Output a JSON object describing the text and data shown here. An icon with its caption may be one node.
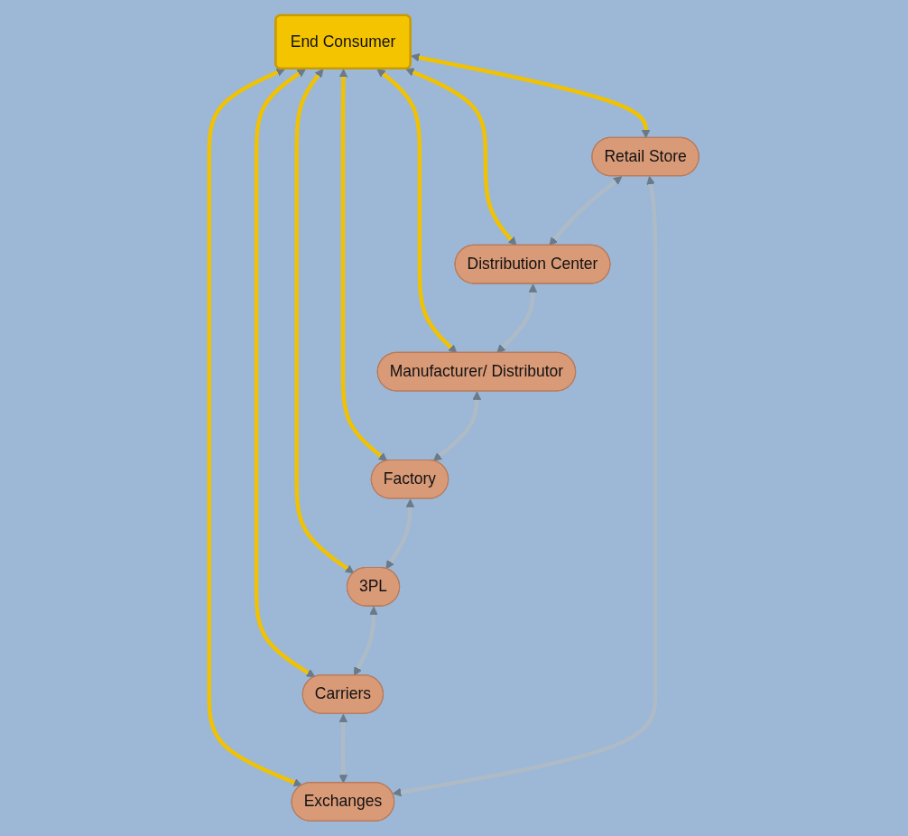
{
  "diagram": {
    "nodes": [
      {
        "text": [
          "Retail Store"
        ]
      },
      {
        "text": [
          "Distribution Center"
        ]
      },
      {
        "text": [
          "Exchanges"
        ]
      },
      {
        "text": [
          "End Consumer"
        ]
      },
      {
        "text": [
          "Manufacturer/ Distributor"
        ]
      },
      {
        "text": [
          "Carriers"
        ]
      },
      {
        "text": [
          "Factory"
        ]
      },
      {
        "text": [
          "3PL"
        ]
      }
    ],
    "edges": [
      {
        "from": 3,
        "to": 0,
        "arrow": "both"
      },
      {
        "from": 3,
        "to": 1,
        "arrow": "both"
      },
      {
        "from": 3,
        "to": 2,
        "arrow": "both"
      },
      {
        "from": 3,
        "to": 4,
        "arrow": "both"
      },
      {
        "from": 3,
        "to": 5,
        "arrow": "both"
      },
      {
        "from": 3,
        "to": 7,
        "arrow": "both"
      },
      {
        "from": 3,
        "to": 6,
        "arrow": "both"
      },
      {
        "from": 0,
        "to": 1,
        "arrow": "both",
        "color": "#aebbc6"
      },
      {
        "from": 1,
        "to": 4,
        "arrow": "both",
        "color": "#aebbc6"
      },
      {
        "from": 4,
        "to": 6,
        "arrow": "both",
        "color": "#aebbc6"
      },
      {
        "from": 6,
        "to": 7,
        "arrow": "both",
        "color": "#aebbc6"
      },
      {
        "from": 7,
        "to": 5,
        "arrow": "both",
        "color": "#aebbc6"
      },
      {
        "from": 5,
        "to": 2,
        "arrow": "both",
        "color": "#aebbc6"
      },
      {
        "from": 2,
        "to": 0,
        "arrow": "both",
        "color": "#aebbc6"
      }
    ]
  }
}
